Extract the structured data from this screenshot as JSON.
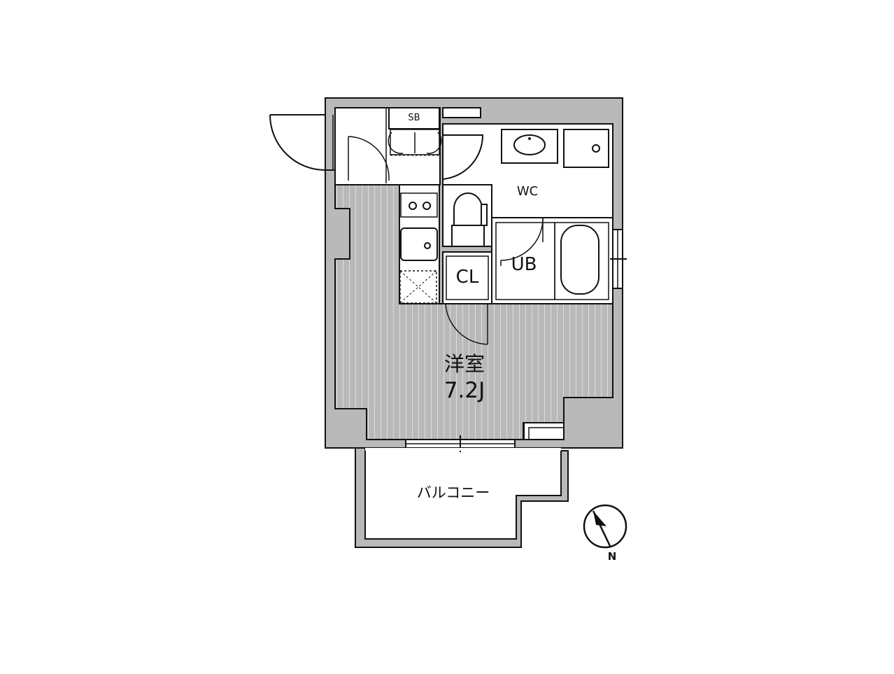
{
  "floorplan": {
    "rooms": {
      "shoe_box": "SB",
      "toilet": "WC",
      "bath": "UB",
      "closet": "CL",
      "western_room": "洋室",
      "room_size": "7.2J",
      "balcony": "バルコニー"
    },
    "compass": {
      "north_label": "N"
    }
  },
  "colors": {
    "wall_fill": "#b9b9b9",
    "line": "#111111",
    "floor_stripe": "#dedede",
    "background": "#ffffff"
  }
}
